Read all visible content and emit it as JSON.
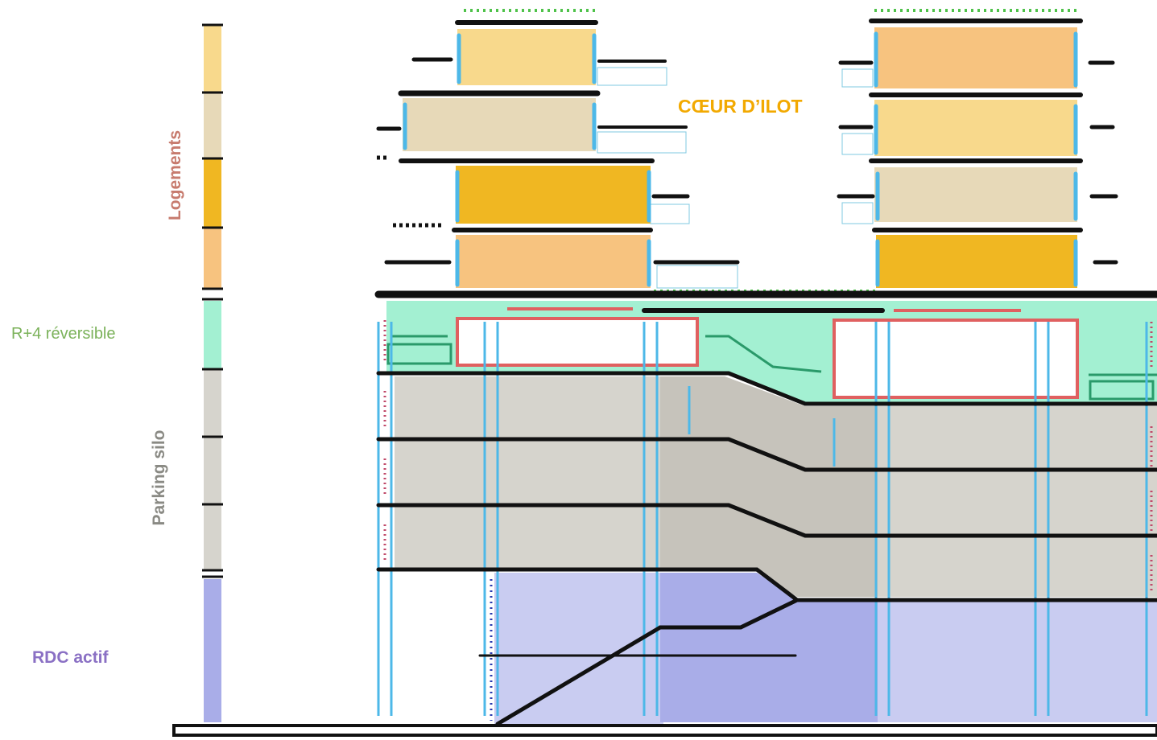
{
  "labels": {
    "logements": "Logements",
    "r4": "R+4 réversible",
    "parking": "Parking silo",
    "rdc": "RDC actif",
    "coeur": "CŒUR D’ILOT"
  },
  "colors": {
    "logements_text": "#c77b6e",
    "r4_text": "#7bb25a",
    "parking_text": "#8a8a84",
    "rdc_text": "#8a70c4",
    "coeur_text": "#f2a900",
    "housing_light": "#f8d98c",
    "housing_beige": "#e7d9b8",
    "housing_gold": "#f0b722",
    "housing_peach": "#f7c37f",
    "reversible_green": "#a3f0d2",
    "parking_grey": "#d6d4cd",
    "parking_grey_dark": "#c6c3bb",
    "rdc_lavender": "#c9ccf1",
    "rdc_violet": "#a9ade8",
    "glazing_blue": "#4db8e8",
    "roof_green": "#4fc24a",
    "frame_red": "#e06060",
    "outline_green": "#2a9a6a",
    "slab_black": "#111111"
  }
}
